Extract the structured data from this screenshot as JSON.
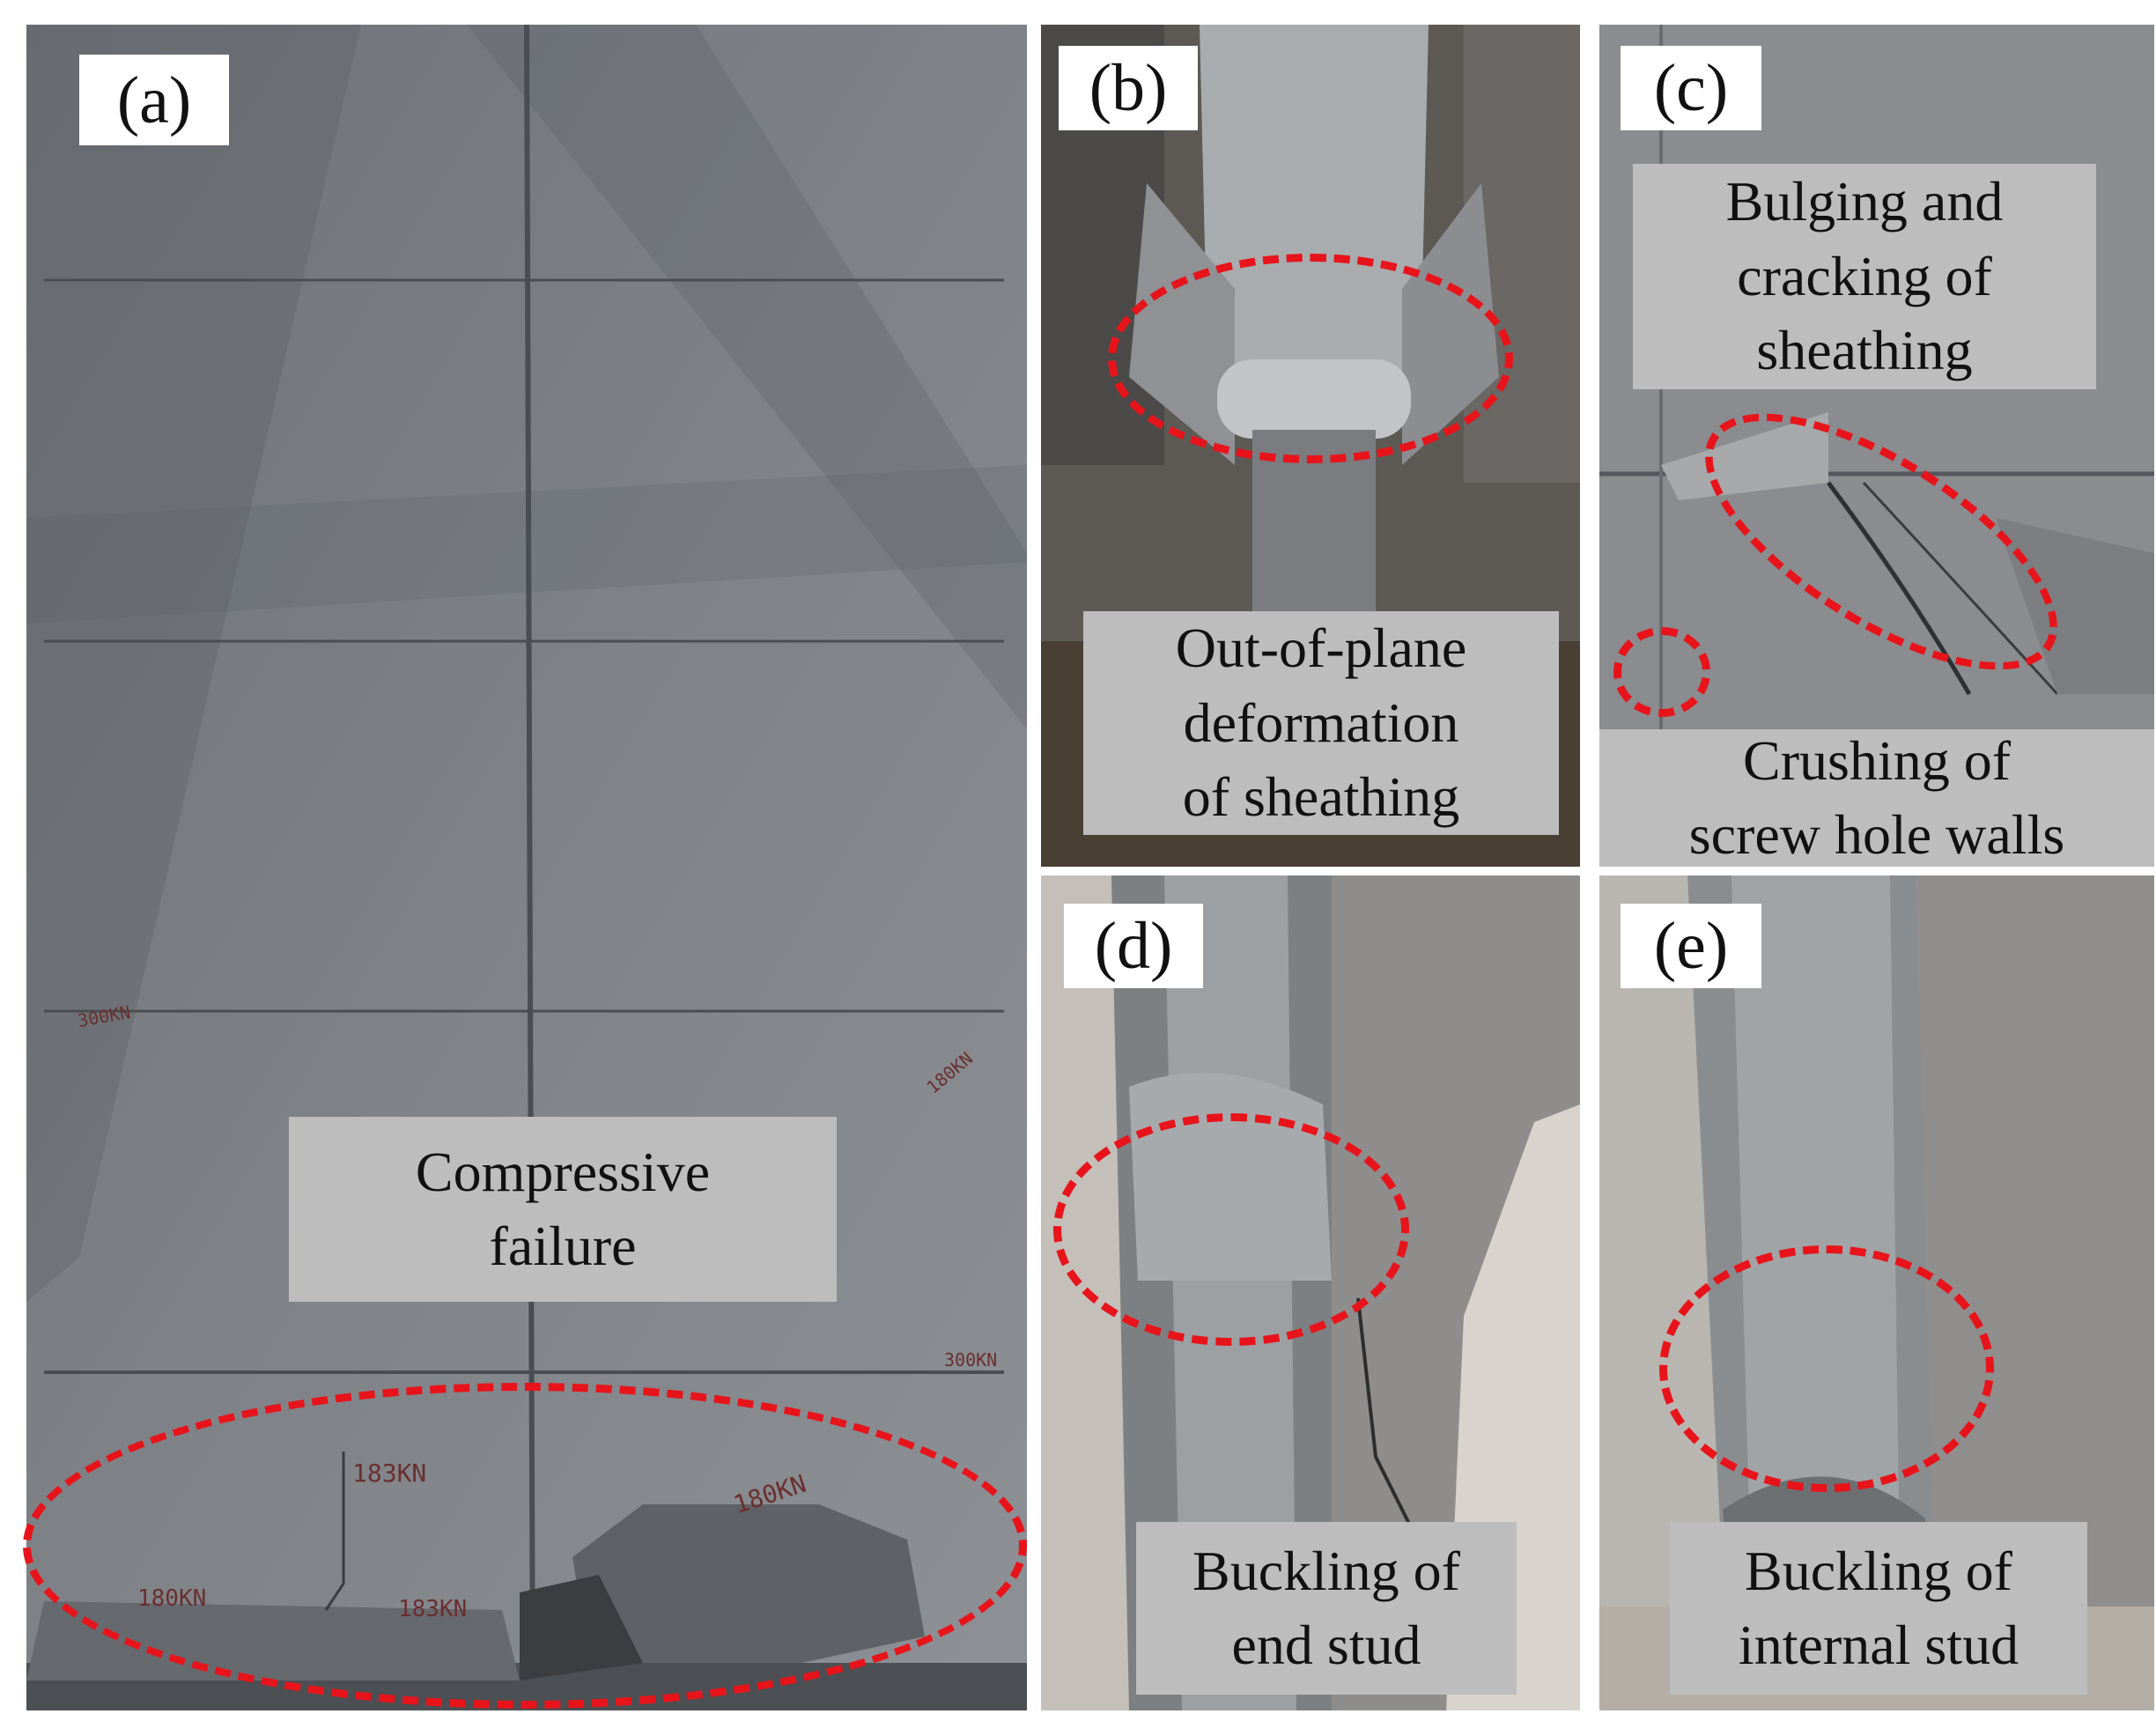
{
  "panels": {
    "a": {
      "tag": "(a)",
      "caption": [
        "Compressive",
        "failure"
      ]
    },
    "b": {
      "tag": "(b)",
      "caption": [
        "Out-of-plane",
        "deformation",
        "of sheathing"
      ]
    },
    "c": {
      "tag": "(c)",
      "caption_top": [
        "Bulging and",
        "cracking of",
        "sheathing"
      ],
      "caption_bottom": [
        "Crushing of",
        "screw hole walls"
      ]
    },
    "d": {
      "tag": "(d)",
      "caption": [
        "Buckling of",
        "end stud"
      ]
    },
    "e": {
      "tag": "(e)",
      "caption": [
        "Buckling of",
        "internal stud"
      ]
    }
  },
  "handwritten_marks": [
    "300KN",
    "180KN",
    "300KN",
    "183KN",
    "180KN",
    "183KN",
    "180KN"
  ],
  "colors": {
    "highlight_ellipse": "#e8141b",
    "caption_bg": "#bdbdbd",
    "tag_bg": "#ffffff"
  }
}
